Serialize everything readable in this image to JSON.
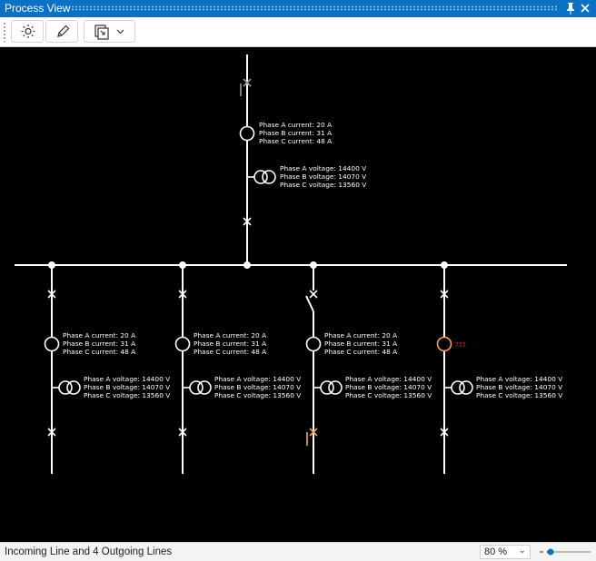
{
  "window": {
    "title": "Process View",
    "pin_icon": "pin-icon",
    "close_icon": "close-icon"
  },
  "toolbar": {
    "buttons": [
      {
        "name": "brightness-button",
        "icon": "sun-icon"
      },
      {
        "name": "edit-button",
        "icon": "pencil-icon"
      },
      {
        "name": "view-dropdown-button",
        "icon": "export-icon",
        "has_dropdown": true
      }
    ]
  },
  "diagram": {
    "incoming": {
      "current": [
        "Phase A current: 20 A",
        "Phase B current: 31 A",
        "Phase C current: 48 A"
      ],
      "voltage": [
        "Phase A voltage: 14400 V",
        "Phase B voltage: 14070 V",
        "Phase C voltage: 13560 V"
      ]
    },
    "feeders": [
      {
        "current": [
          "Phase A current: 20 A",
          "Phase B current: 31 A",
          "Phase C current: 48 A"
        ],
        "voltage": [
          "Phase A voltage: 14400 V",
          "Phase B voltage: 14070 V",
          "Phase C voltage: 13560 V"
        ]
      },
      {
        "current": [
          "Phase A current: 20 A",
          "Phase B current: 31 A",
          "Phase C current: 48 A"
        ],
        "voltage": [
          "Phase A voltage: 14400 V",
          "Phase B voltage: 14070 V",
          "Phase C voltage: 13560 V"
        ]
      },
      {
        "current": [
          "Phase A current: 20 A",
          "Phase B current: 31 A",
          "Phase C current: 48 A"
        ],
        "voltage": [
          "Phase A voltage: 14400 V",
          "Phase B voltage: 14070 V",
          "Phase C voltage: 13560 V"
        ]
      },
      {
        "current_unknown": "???",
        "voltage": [
          "Phase A voltage: 14400 V",
          "Phase B voltage: 14070 V",
          "Phase C voltage: 13560 V"
        ]
      }
    ],
    "colors": {
      "background": "#000000",
      "line": "#ffffff",
      "warning": "#f4a460",
      "unknown": "#ff2020"
    }
  },
  "status": {
    "description": "Incoming Line and 4 Outgoing Lines",
    "zoom": "80 %"
  }
}
